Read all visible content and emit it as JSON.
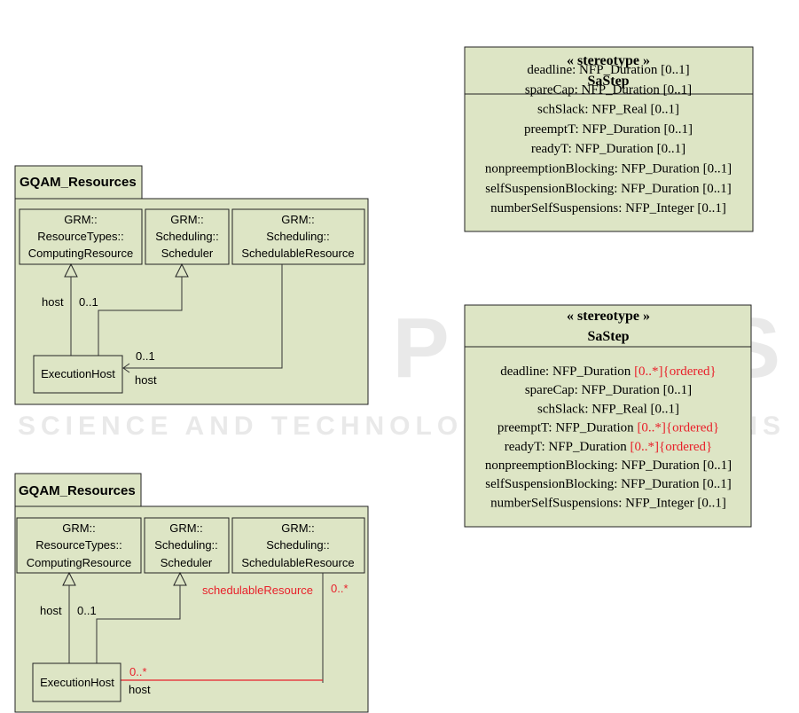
{
  "diagram_top": {
    "package": "GQAM_Resources",
    "classes": [
      {
        "lines": [
          "GRM::",
          "ResourceTypes::",
          "ComputingResource"
        ]
      },
      {
        "lines": [
          "GRM::",
          "Scheduling::",
          "Scheduler"
        ]
      },
      {
        "lines": [
          "GRM::",
          "Scheduling::",
          "SchedulableResource"
        ]
      }
    ],
    "execution_host": "ExecutionHost",
    "labels": {
      "host_left": "host",
      "mult_left": "0..1",
      "mult_arrow": "0..1",
      "host_arrow": "host"
    }
  },
  "diagram_bottom": {
    "package": "GQAM_Resources",
    "classes": [
      {
        "lines": [
          "GRM::",
          "ResourceTypes::",
          "ComputingResource"
        ]
      },
      {
        "lines": [
          "GRM::",
          "Scheduling::",
          "Scheduler"
        ]
      },
      {
        "lines": [
          "GRM::",
          "Scheduling::",
          "SchedulableResource"
        ]
      }
    ],
    "execution_host": "ExecutionHost",
    "labels": {
      "host_left": "host",
      "mult_left": "0..1",
      "role_red": "schedulableResource",
      "mult_right": "0..*",
      "mult_red": "0..*",
      "host_assoc": "host"
    }
  },
  "stereotype_top": {
    "stereotype": "« stereotype »",
    "name": "SaStep",
    "attributes": [
      {
        "name": "deadline: NFP_Duration ",
        "mult": "[0..1]"
      },
      {
        "name": "spareCap: NFP_Duration ",
        "mult": "[0..1]"
      },
      {
        "name": "schSlack: NFP_Real ",
        "mult": "[0..1]"
      },
      {
        "name": "preemptT: NFP_Duration ",
        "mult": "[0..1]"
      },
      {
        "name": "readyT: NFP_Duration ",
        "mult": "[0..1]"
      },
      {
        "name": "nonpreemptionBlocking: NFP_Duration ",
        "mult": "[0..1]"
      },
      {
        "name": "selfSuspensionBlocking: NFP_Duration  ",
        "mult": "[0..1]"
      },
      {
        "name": "numberSelfSuspensions: NFP_Integer  ",
        "mult": "[0..1]"
      }
    ]
  },
  "stereotype_bottom": {
    "stereotype": "« stereotype »",
    "name": "SaStep",
    "attributes": [
      {
        "name": "deadline: NFP_Duration ",
        "mult": "",
        "red": "[0..*]{ordered}"
      },
      {
        "name": "spareCap: NFP_Duration ",
        "mult": "[0..1]",
        "red": ""
      },
      {
        "name": "schSlack: NFP_Real ",
        "mult": "[0..1]",
        "red": ""
      },
      {
        "name": "preemptT: NFP_Duration ",
        "mult": "",
        "red": "[0..*]{ordered}"
      },
      {
        "name": "readyT: NFP_Duration ",
        "mult": "",
        "red": "[0..*]{ordered}"
      },
      {
        "name": "nonpreemptionBlocking: NFP_Duration ",
        "mult": "[0..1]",
        "red": ""
      },
      {
        "name": "selfSuspensionBlocking: NFP_Duration  ",
        "mult": "[0..1]",
        "red": ""
      },
      {
        "name": "numberSelfSuspensions: NFP_Integer  ",
        "mult": "[0..1]",
        "red": ""
      }
    ]
  },
  "watermark": {
    "main": "SCITEPRESS",
    "sub": "SCIENCE AND TECHNOLOGY PUBLICATIONS"
  },
  "colors": {
    "fill": "#dde5c5",
    "highlight": "#e8202a"
  }
}
